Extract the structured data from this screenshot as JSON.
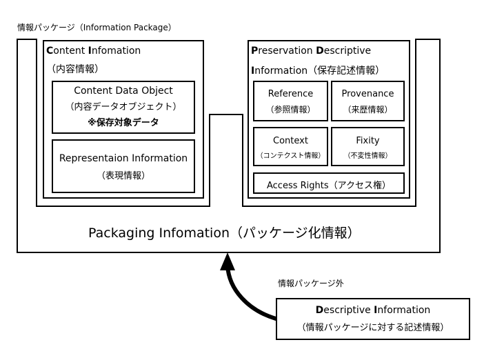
{
  "outer_label": "情報パッケージ（Information Package）",
  "content_info": {
    "title_cap": "C",
    "title_rest": "ontent ",
    "title_cap2": "I",
    "title_rest2": "nfomation",
    "subtitle": "（内容情報）",
    "cdo": {
      "line1": "Content Data Object",
      "line2": "（内容データオブジェクト）",
      "line3": "※保存対象データ"
    },
    "rep": {
      "line1": "Representaion Information",
      "line2": "（表現情報）"
    }
  },
  "pdi": {
    "cap1": "P",
    "rest1": "reservation ",
    "cap2": "D",
    "rest2": "escriptive",
    "cap3": "I",
    "rest3": "nformation",
    "jp": "（保存記述情報）",
    "cells": [
      {
        "en": "Reference",
        "jp": "（参照情報）"
      },
      {
        "en": "Provenance",
        "jp": "（来歴情報）"
      },
      {
        "en": "Context",
        "jp": "（コンテクスト情報）"
      },
      {
        "en": "Fixity",
        "jp": "（不変性情報）"
      }
    ],
    "access": "Access Rights（アクセス権）"
  },
  "packaging": "Packaging Infomation（パッケージ化情報）",
  "outside_label": "情報パッケージ外",
  "descriptive": {
    "cap1": "D",
    "rest1": "escriptive ",
    "cap2": "I",
    "rest2": "nformation",
    "jp": "（情報パッケージに対する記述情報）"
  }
}
